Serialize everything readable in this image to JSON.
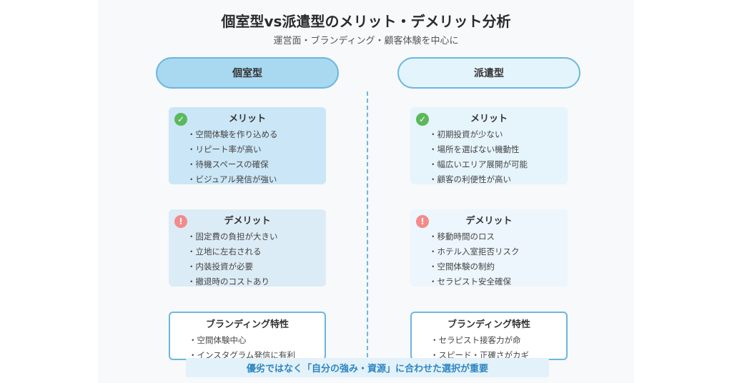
{
  "title": "個室型vs派遣型のメリット・デメリット分析",
  "subtitle": "運営面・ブランディング・顧客体験を中心に",
  "left": {
    "header": "個室型",
    "merit": {
      "title": "メリット",
      "icon": "check-icon",
      "items": [
        "空間体験を作り込める",
        "リピート率が高い",
        "待機スペースの確保",
        "ビジュアル発信が強い"
      ]
    },
    "demerit": {
      "title": "デメリット",
      "icon": "exclamation-icon",
      "items": [
        "固定費の負担が大きい",
        "立地に左右される",
        "内装投資が必要",
        "撤退時のコストあり"
      ]
    },
    "branding": {
      "title": "ブランディング特性",
      "items": [
        "空間体験中心",
        "インスタグラム発信に有利"
      ]
    }
  },
  "right": {
    "header": "派遣型",
    "merit": {
      "title": "メリット",
      "icon": "check-icon",
      "items": [
        "初期投資が少ない",
        "場所を選ばない機動性",
        "幅広いエリア展開が可能",
        "顧客の利便性が高い"
      ]
    },
    "demerit": {
      "title": "デメリット",
      "icon": "exclamation-icon",
      "items": [
        "移動時間のロス",
        "ホテル入室拒否リスク",
        "空間体験の制約",
        "セラピスト安全確保"
      ]
    },
    "branding": {
      "title": "ブランディング特性",
      "items": [
        "セラピスト接客力が命",
        "スピード・正確さがカギ"
      ]
    }
  },
  "footer": "優劣ではなく「自分の強み・資源」に合わせた選択が重要",
  "colors": {
    "accent": "#6bb7de",
    "check": "#5cb85c",
    "warning": "#f48a8a",
    "footer_text": "#2e86c1"
  }
}
